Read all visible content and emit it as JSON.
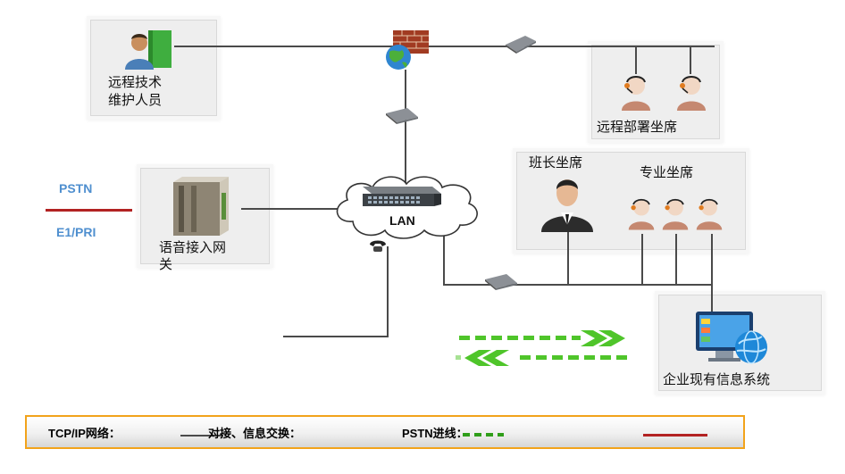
{
  "nodes": {
    "remote_tech": {
      "line1": "远程技术",
      "line2": "维护人员"
    },
    "remote_seats": {
      "label": "远程部署坐席"
    },
    "team_leader": {
      "label": "班长坐席"
    },
    "pro_seats": {
      "label": "专业坐席"
    },
    "voice_gateway": {
      "line1": "语音接入网",
      "line2": "关"
    },
    "enterprise_system": {
      "label": "企业现有信息系统"
    },
    "lan": {
      "label": "LAN"
    }
  },
  "left_labels": {
    "pstn": "PSTN",
    "e1": "E1/PRI"
  },
  "legend": {
    "tcpip": "TCP/IP网络：",
    "docking": "对接、信息交换：",
    "pstn_line": "PSTN进线："
  },
  "colors": {
    "wire": "#4a4a4a",
    "pstn_red": "#b22222",
    "green_arrow": "#4fc52a",
    "legend_border": "#f2a31b",
    "label_blue": "#4f8fcf"
  },
  "icons": [
    "firewall-globe-icon",
    "router-icon",
    "switch-icon",
    "cloud-icon",
    "operator-headset-icon",
    "manager-icon",
    "gateway-device-icon",
    "computer-globe-icon",
    "person-book-icon"
  ]
}
